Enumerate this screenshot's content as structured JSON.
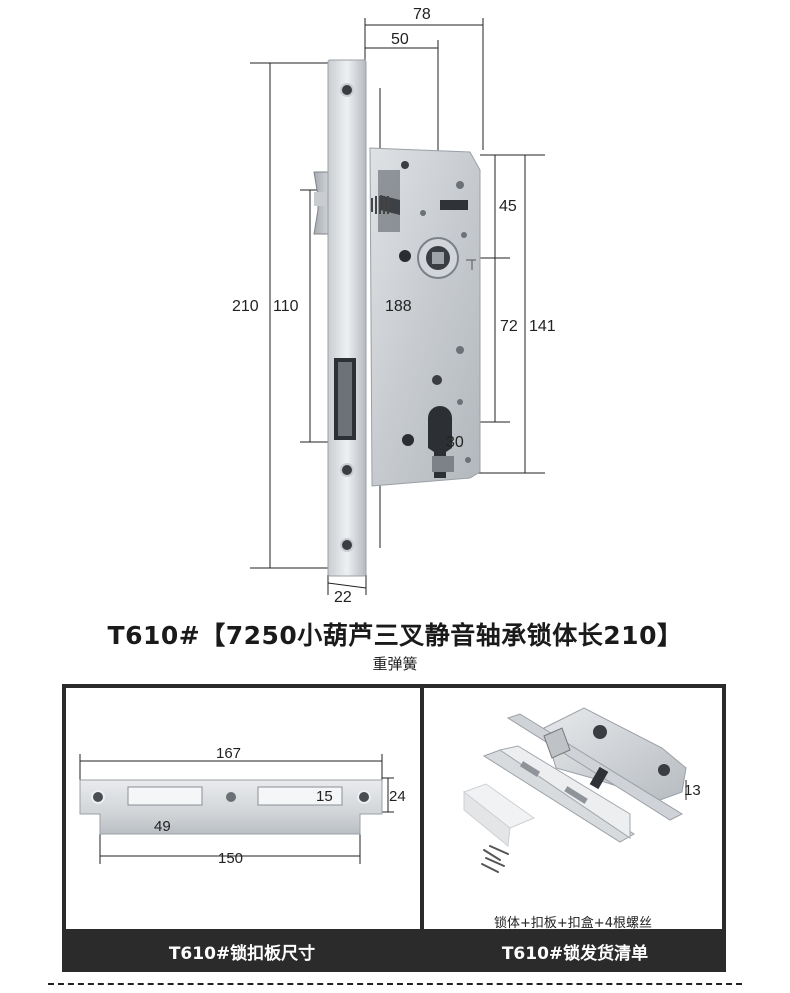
{
  "lockbody": {
    "dim_78": "78",
    "dim_50": "50",
    "dim_45": "45",
    "dim_210": "210",
    "dim_110": "110",
    "dim_188": "188",
    "dim_72": "72",
    "dim_141": "141",
    "dim_30": "30",
    "dim_22": "22"
  },
  "title": "T610#【7250小葫芦三叉静音轴承锁体长210】",
  "subtitle": "重弹簧",
  "strike_plate": {
    "dim_167": "167",
    "dim_15": "15",
    "dim_24": "24",
    "dim_49": "49",
    "dim_150": "150",
    "caption": "T610#锁扣板尺寸"
  },
  "package": {
    "dim_13": "13",
    "contents": "锁体+扣板+扣盒+4根螺丝",
    "caption": "T610#锁发货清单"
  },
  "colors": {
    "steel_light": "#d9dcdf",
    "steel_mid": "#b9bec3",
    "steel_dark": "#8d9298",
    "frame_dark": "#2b2b2b"
  }
}
